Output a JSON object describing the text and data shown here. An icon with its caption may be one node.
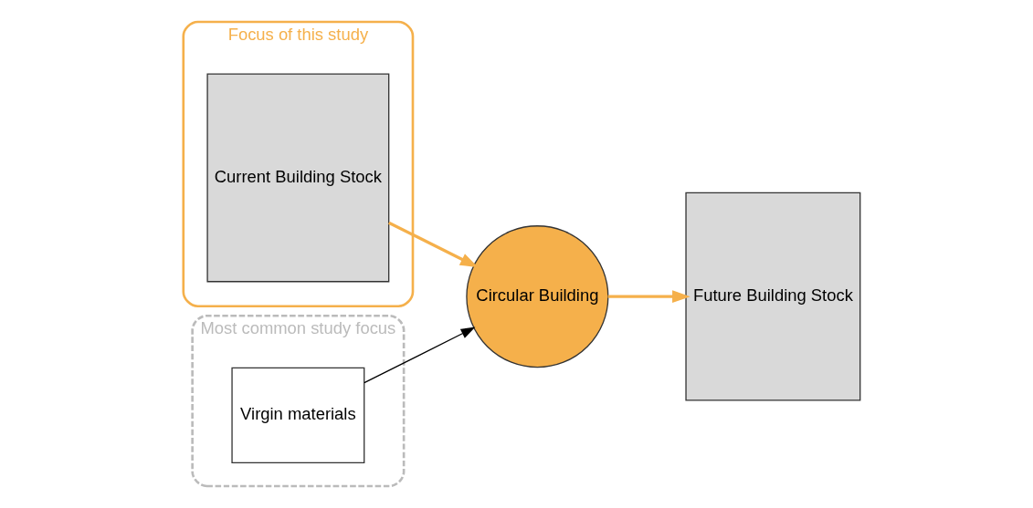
{
  "diagram": {
    "nodes": [
      {
        "text": [
          "Focus of this study"
        ]
      },
      {
        "text": [
          "Most common study focus"
        ]
      },
      {
        "text": [
          "Current Building Stock"
        ],
        "in": 0
      },
      {
        "text": [
          "Virgin materials"
        ],
        "in": 1
      },
      {
        "text": [
          "Circular Building"
        ]
      },
      {
        "text": [
          "Future Building Stock"
        ]
      }
    ],
    "edges": [
      {
        "from": 2,
        "to": 4,
        "arrow": "to"
      },
      {
        "from": 3,
        "to": 4,
        "arrow": "to",
        "color": "#000000"
      },
      {
        "from": 4,
        "to": 5,
        "arrow": "to"
      }
    ]
  }
}
